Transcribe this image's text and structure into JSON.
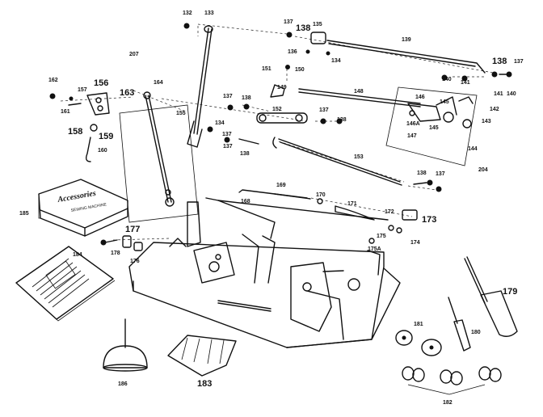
{
  "diagram": {
    "accessories_case": {
      "title": "Accessories",
      "subtitle": "SEWING MACHINE"
    },
    "labels": {
      "l132": "132",
      "l133": "133",
      "l137a": "137",
      "l138a": "138",
      "l135": "135",
      "l139": "139",
      "l136": "136",
      "l134a": "134",
      "l138b": "138",
      "l137b": "137",
      "l162": "162",
      "l157": "157",
      "l156": "156",
      "l161": "161",
      "l158": "158",
      "l159": "159",
      "l160": "160",
      "l207": "207",
      "l163": "163",
      "l164": "164",
      "l151": "151",
      "l150": "150",
      "l149": "149",
      "l148": "148",
      "l137c": "137",
      "l138c": "138",
      "l140a": "140",
      "l141a": "141",
      "l140b": "140",
      "l146": "146",
      "l145a": "145",
      "l142": "142",
      "l146a": "146A",
      "l143": "143",
      "l145b": "145",
      "l147": "147",
      "l144": "144",
      "l141b": "141",
      "l204": "204",
      "l155": "155",
      "l137d": "137",
      "l138d": "138",
      "l152": "152",
      "l138e": "138",
      "l137e": "137",
      "l134b": "134",
      "l137f": "137",
      "l153": "153",
      "l138f": "138",
      "l137g": "137",
      "l169": "169",
      "l168": "168",
      "l170": "170",
      "l171": "171",
      "l172": "172",
      "l173": "173",
      "l175": "175",
      "l175a": "175A",
      "l174": "174",
      "l185": "185",
      "l177": "177",
      "l178": "178",
      "l176": "176",
      "l184": "184",
      "l179": "179",
      "l181": "181",
      "l180": "180",
      "l186": "186",
      "l183": "183",
      "l182": "182"
    }
  }
}
